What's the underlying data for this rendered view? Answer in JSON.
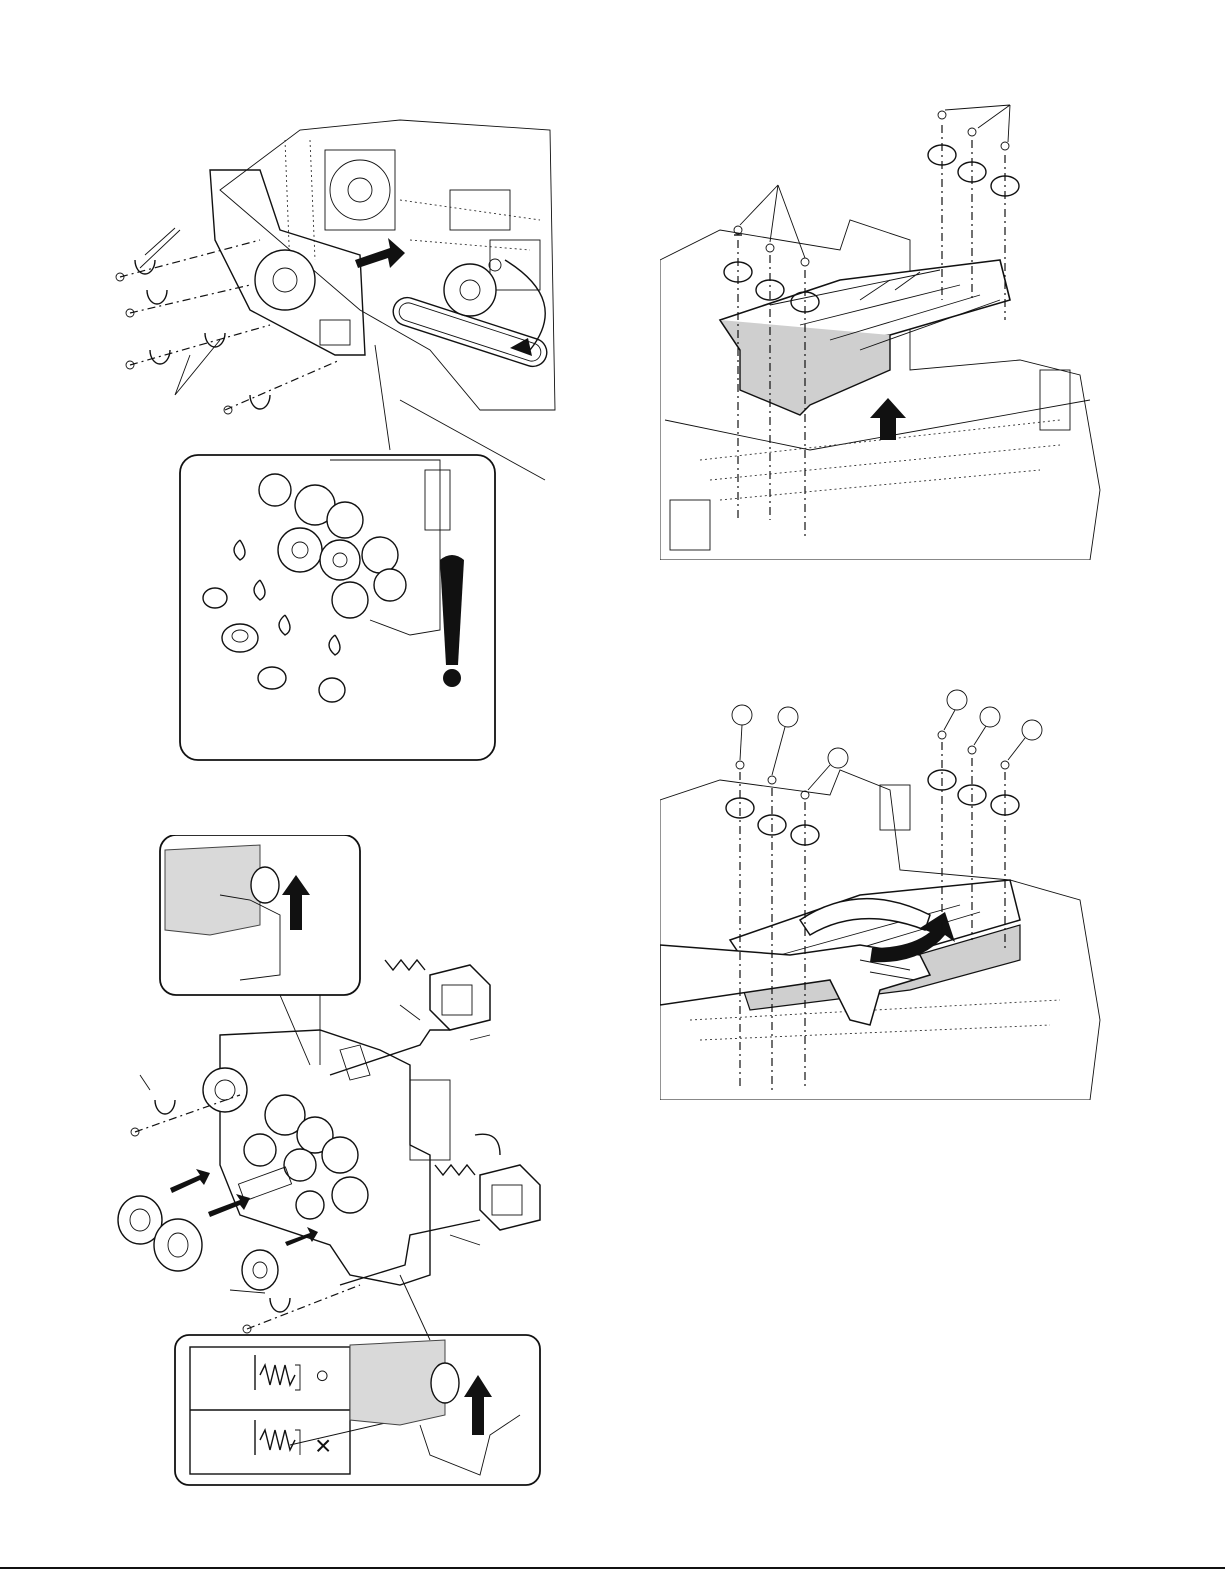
{
  "figures": [
    {
      "id": "motor-unit-removal",
      "label": ""
    },
    {
      "id": "duct-cover-removal",
      "label": ""
    },
    {
      "id": "drive-unit-gears",
      "label": ""
    },
    {
      "id": "cover-screws-rotate",
      "label": ""
    }
  ],
  "symbols": {
    "correct_mark": "○",
    "incorrect_mark": "×"
  },
  "icons": [
    "screw-icon",
    "rotate-arrow-icon",
    "exclamation-icon",
    "gear-icon",
    "solenoid-icon",
    "spring-icon",
    "hand-icon"
  ]
}
